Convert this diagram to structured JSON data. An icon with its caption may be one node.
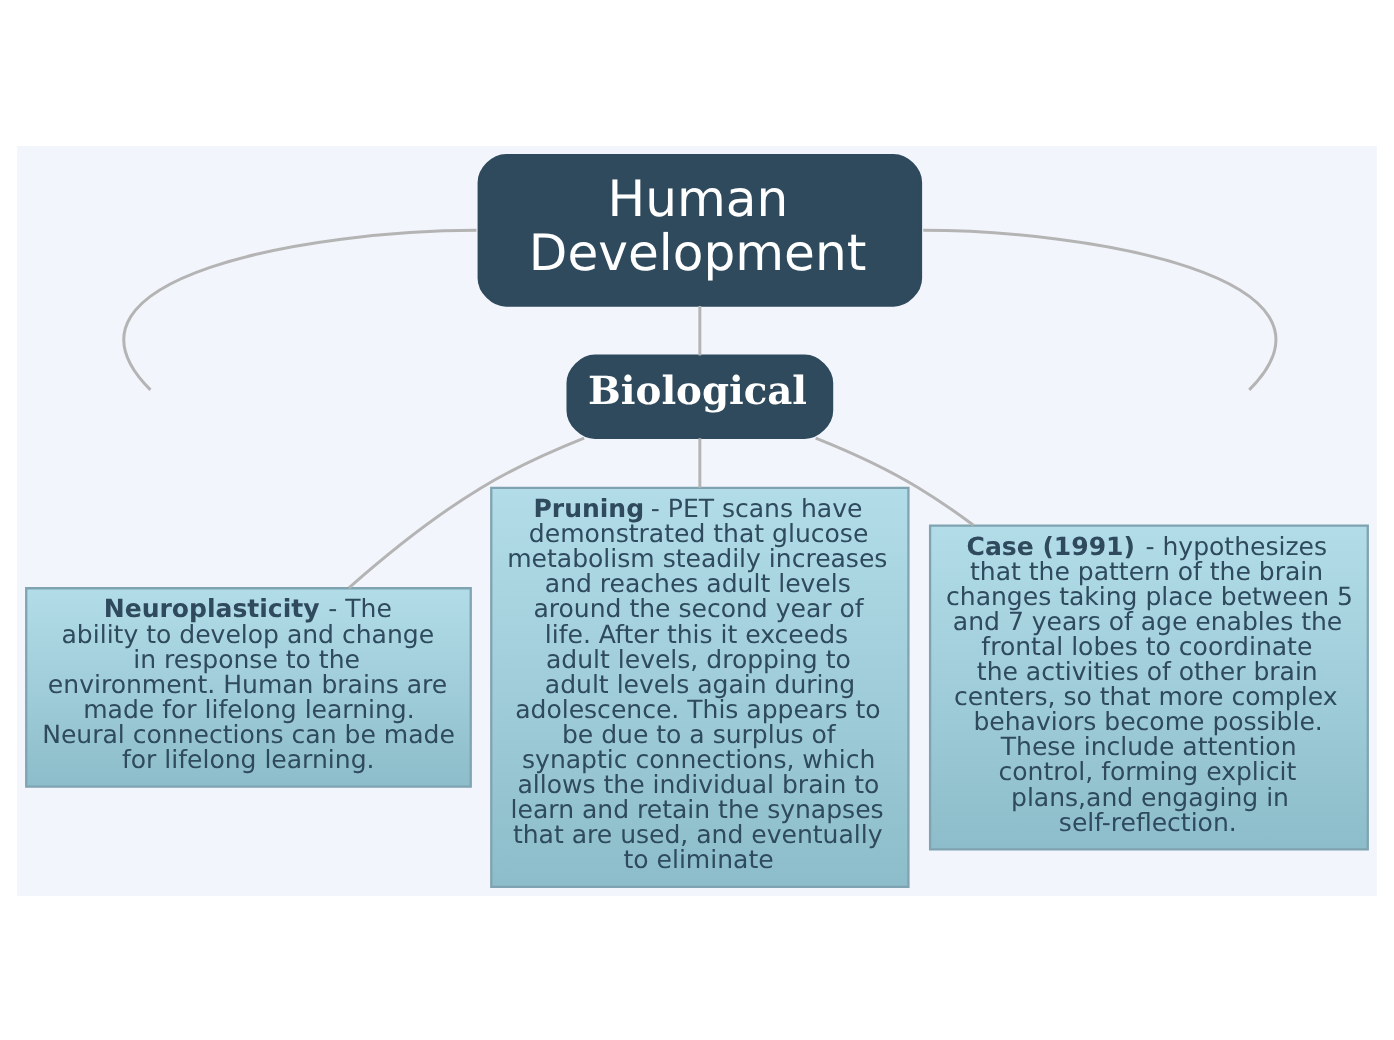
{
  "diagram": {
    "nodes": [
      {
        "text": [
          "Human Development"
        ]
      },
      {
        "text": [
          "Biological"
        ]
      },
      {
        "text": [
          "**Neuroplasticity** - The ability to develop and change in response to the environment. Human brains are made for lifelong learning. Neural connections can be made for lifelong learning."
        ]
      },
      {
        "text": [
          "**Pruning** - PET scans have demonstrated that glucose metabolism steadily increases and reaches adult levels around the second year of life. After this it exceeds adult levels, dropping to adult levels again during adolescence. This appears to be due to a surplus of synaptic connections, which allows the individual brain to learn and retain the synapses that are used, and eventually to eliminate"
        ]
      },
      {
        "text": [
          "**Case (1991)** - hypothesizes that the pattern of the brain changes taking place between 5 and 7 years of age enables the frontal lobes to coordinate the activities of other brain centers, so that more complex behaviors become possible. These include attention control, forming explicit plans,and engaging in self-reflection."
        ]
      }
    ],
    "edges": [
      {
        "from": 0,
        "to": null,
        "arrow": "none"
      },
      {
        "from": 0,
        "to": 1,
        "arrow": "none"
      },
      {
        "from": 1,
        "to": 2,
        "arrow": "none"
      },
      {
        "from": 1,
        "to": 3,
        "arrow": "none"
      },
      {
        "from": 1,
        "to": 4,
        "arrow": "none"
      },
      {
        "from": 0,
        "to": null,
        "arrow": "none"
      }
    ]
  }
}
